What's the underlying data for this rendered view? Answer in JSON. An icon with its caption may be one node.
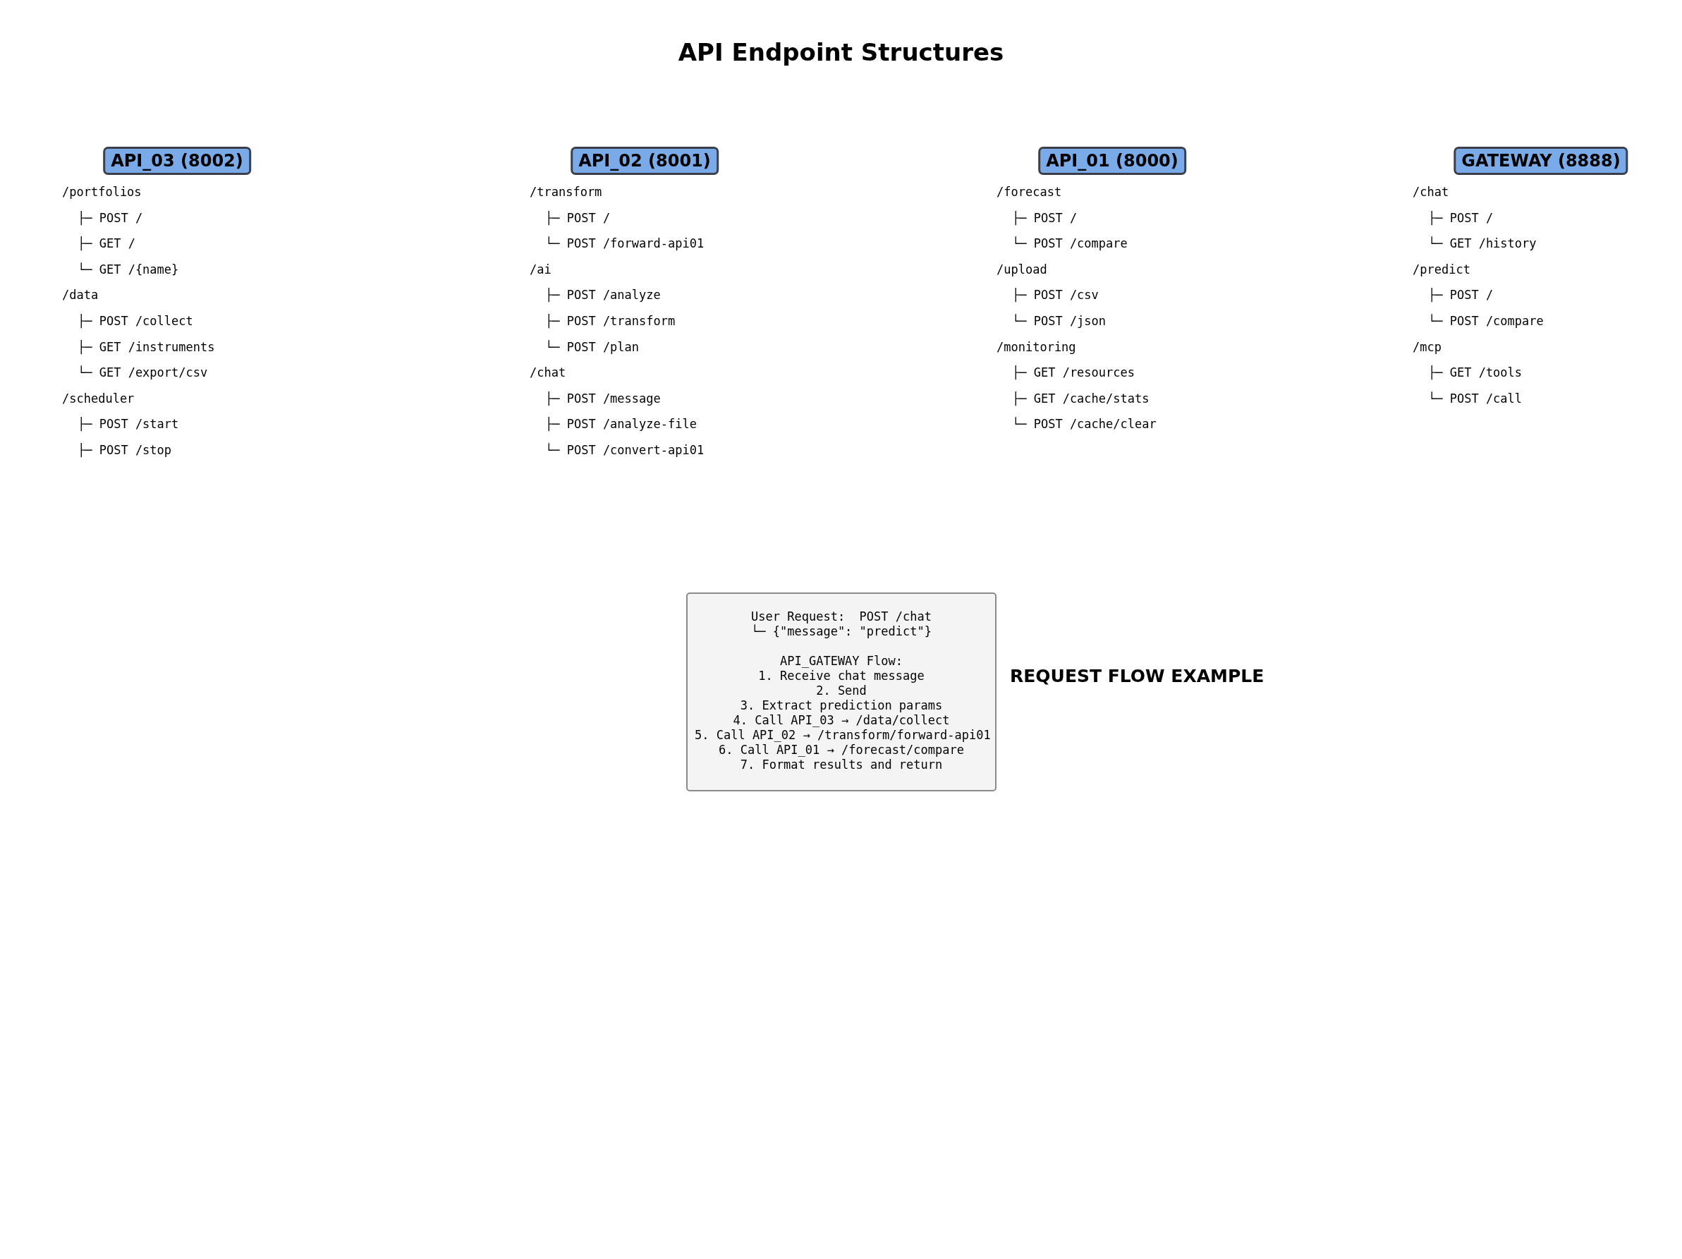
{
  "diagram": {
    "title": "API Endpoint Structures",
    "nodes": [
      {
        "text": [
          "API_03 (8002)"
        ],
        "beside": [
          "/portfolios",
          "├─ POST /",
          "├─ GET /",
          "└─ GET /{name}",
          "/data",
          "├─ POST /collect",
          "├─ GET /instruments",
          "└─ GET /export/csv",
          "/scheduler",
          "├─ POST /start",
          "├─ POST /stop"
        ]
      },
      {
        "text": [
          "API_02 (8001)"
        ],
        "beside": [
          "/transform",
          "├─ POST /",
          "└─ POST /forward-api01",
          "/ai",
          "├─ POST /analyze",
          "├─ POST /transform",
          "└─ POST /plan",
          "/chat",
          "├─ POST /message",
          "├─ POST /analyze-file",
          "└─ POST /convert-api01"
        ]
      },
      {
        "text": [
          "API_01 (8000)"
        ],
        "beside": [
          "/forecast",
          "├─ POST /",
          "└─ POST /compare",
          "/upload",
          "├─ POST /csv",
          "└─ POST /json",
          "/monitoring",
          "├─ GET /resources",
          "├─ GET /cache/stats",
          "└─ POST /cache/clear"
        ]
      },
      {
        "text": [
          "GATEWAY (8888)"
        ],
        "beside": [
          "/chat",
          "├─ POST /",
          "└─ GET /history",
          "/predict",
          "├─ POST /",
          "└─ POST /compare",
          "/mcp",
          "├─ GET /tools",
          "└─ POST /call"
        ]
      },
      {
        "text": [
          "User Request:  POST /chat",
          "└─ {\"message\": \"predict\"}",
          "API_GATEWAY Flow:",
          "1. Receive chat message",
          "2. Send",
          "3. Extract prediction params",
          "4. Call API_03 → /data/collect",
          "5. Call API_02 → /transform/forward-api01",
          "6. Call API_01 → /forecast/compare",
          "7. Format results and return"
        ]
      }
    ],
    "edges": [],
    "labels": [
      "REQUEST FLOW EXAMPLE"
    ]
  }
}
